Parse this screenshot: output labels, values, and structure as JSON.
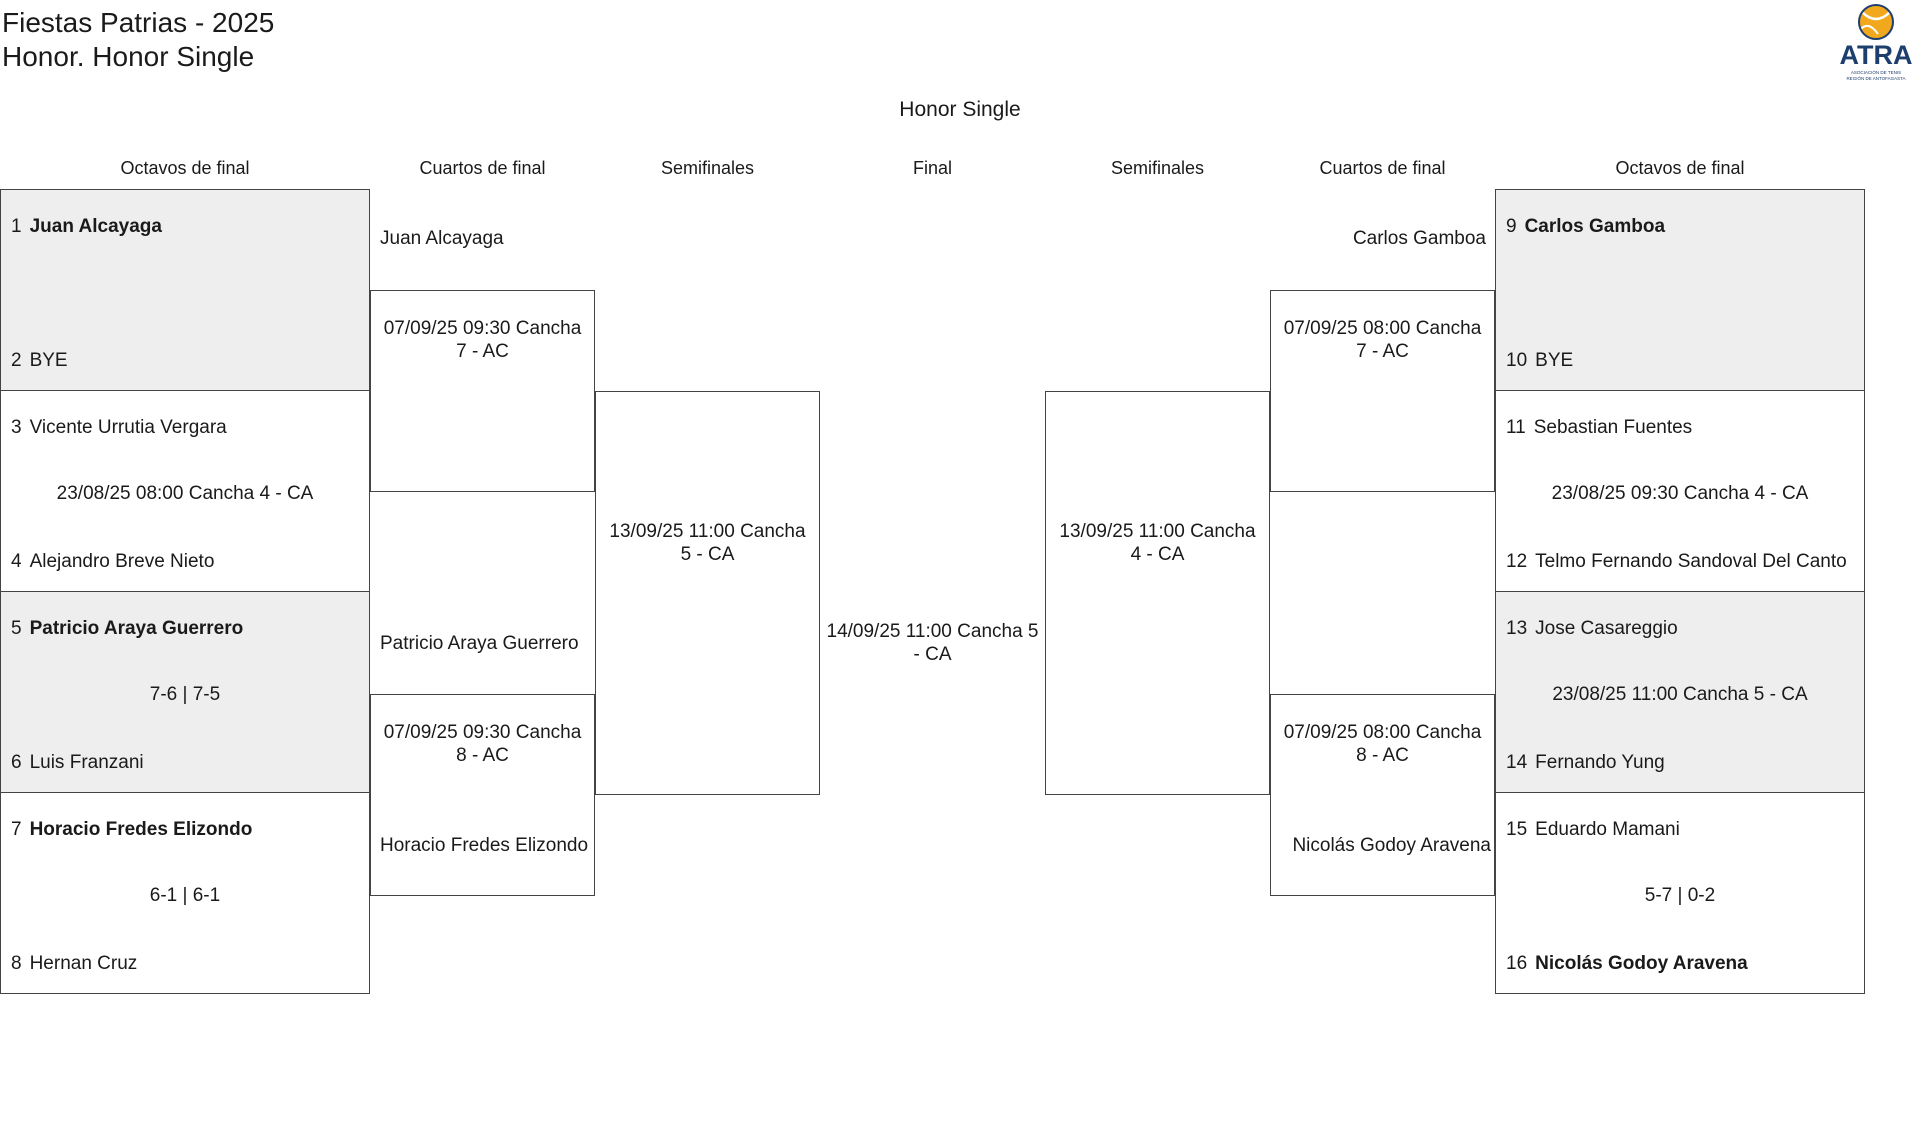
{
  "event_title": "Fiestas Patrias - 2025",
  "category_title": "Honor. Honor Single",
  "bracket_title": "Honor Single",
  "logo": {
    "text": "ATRA",
    "subtitle": "ASOCIACIÓN DE TENIS REGIÓN DE ANTOFAGASTA",
    "icon": "tennis-ball-icon"
  },
  "headers": {
    "left_r16": "Octavos de final",
    "left_qf": "Cuartos de final",
    "left_sf": "Semifinales",
    "final": "Final",
    "right_sf": "Semifinales",
    "right_qf": "Cuartos de final",
    "right_r16": "Octavos de final"
  },
  "left_r16": [
    {
      "shaded": true,
      "top": {
        "seed": "1",
        "name": "Juan Alcayaga",
        "winner": true
      },
      "info": "",
      "bottom": {
        "seed": "2",
        "name": "BYE",
        "winner": false
      }
    },
    {
      "shaded": false,
      "top": {
        "seed": "3",
        "name": "Vicente Urrutia Vergara",
        "winner": false
      },
      "info": "23/08/25 08:00 Cancha 4 - CA",
      "bottom": {
        "seed": "4",
        "name": "Alejandro Breve Nieto",
        "winner": false
      }
    },
    {
      "shaded": true,
      "top": {
        "seed": "5",
        "name": "Patricio Araya Guerrero",
        "winner": true
      },
      "info": "7-6 | 7-5",
      "bottom": {
        "seed": "6",
        "name": "Luis Franzani",
        "winner": false
      }
    },
    {
      "shaded": false,
      "top": {
        "seed": "7",
        "name": "Horacio Fredes Elizondo",
        "winner": true
      },
      "info": "6-1 | 6-1",
      "bottom": {
        "seed": "8",
        "name": "Hernan Cruz",
        "winner": false
      }
    }
  ],
  "right_r16": [
    {
      "shaded": true,
      "top": {
        "seed": "9",
        "name": "Carlos Gamboa",
        "winner": true
      },
      "info": "",
      "bottom": {
        "seed": "10",
        "name": "BYE",
        "winner": false
      }
    },
    {
      "shaded": false,
      "top": {
        "seed": "11",
        "name": "Sebastian Fuentes",
        "winner": false
      },
      "info": "23/08/25 09:30 Cancha 4 - CA",
      "bottom": {
        "seed": "12",
        "name": "Telmo Fernando Sandoval Del Canto",
        "winner": false
      }
    },
    {
      "shaded": true,
      "top": {
        "seed": "13",
        "name": "Jose Casareggio",
        "winner": false
      },
      "info": "23/08/25 11:00 Cancha 5 - CA",
      "bottom": {
        "seed": "14",
        "name": "Fernando Yung",
        "winner": false
      }
    },
    {
      "shaded": false,
      "top": {
        "seed": "15",
        "name": "Eduardo Mamani",
        "winner": false
      },
      "info": "5-7 | 0-2",
      "bottom": {
        "seed": "16",
        "name": "Nicolás Godoy Aravena",
        "winner": true
      }
    }
  ],
  "left_qf": {
    "m1": {
      "player_top": "Juan Alcayaga",
      "info": "07/09/25 09:30 Cancha 7 - AC",
      "player_bottom": ""
    },
    "m2": {
      "player_top": "Patricio Araya Guerrero",
      "info": "07/09/25 09:30 Cancha 8 - AC",
      "player_bottom": "Horacio Fredes Elizondo"
    }
  },
  "right_qf": {
    "m1": {
      "player_top": "Carlos Gamboa",
      "info": "07/09/25 08:00 Cancha 7 - AC",
      "player_bottom": ""
    },
    "m2": {
      "player_top": "",
      "info": "07/09/25 08:00 Cancha 8 - AC",
      "player_bottom": "Nicolás Godoy Aravena"
    }
  },
  "left_sf": {
    "info": "13/09/25 11:00 Cancha 5 - CA"
  },
  "right_sf": {
    "info": "13/09/25 11:00 Cancha 4 - CA"
  },
  "final": {
    "info": "14/09/25 11:00 Cancha 5 - CA"
  }
}
